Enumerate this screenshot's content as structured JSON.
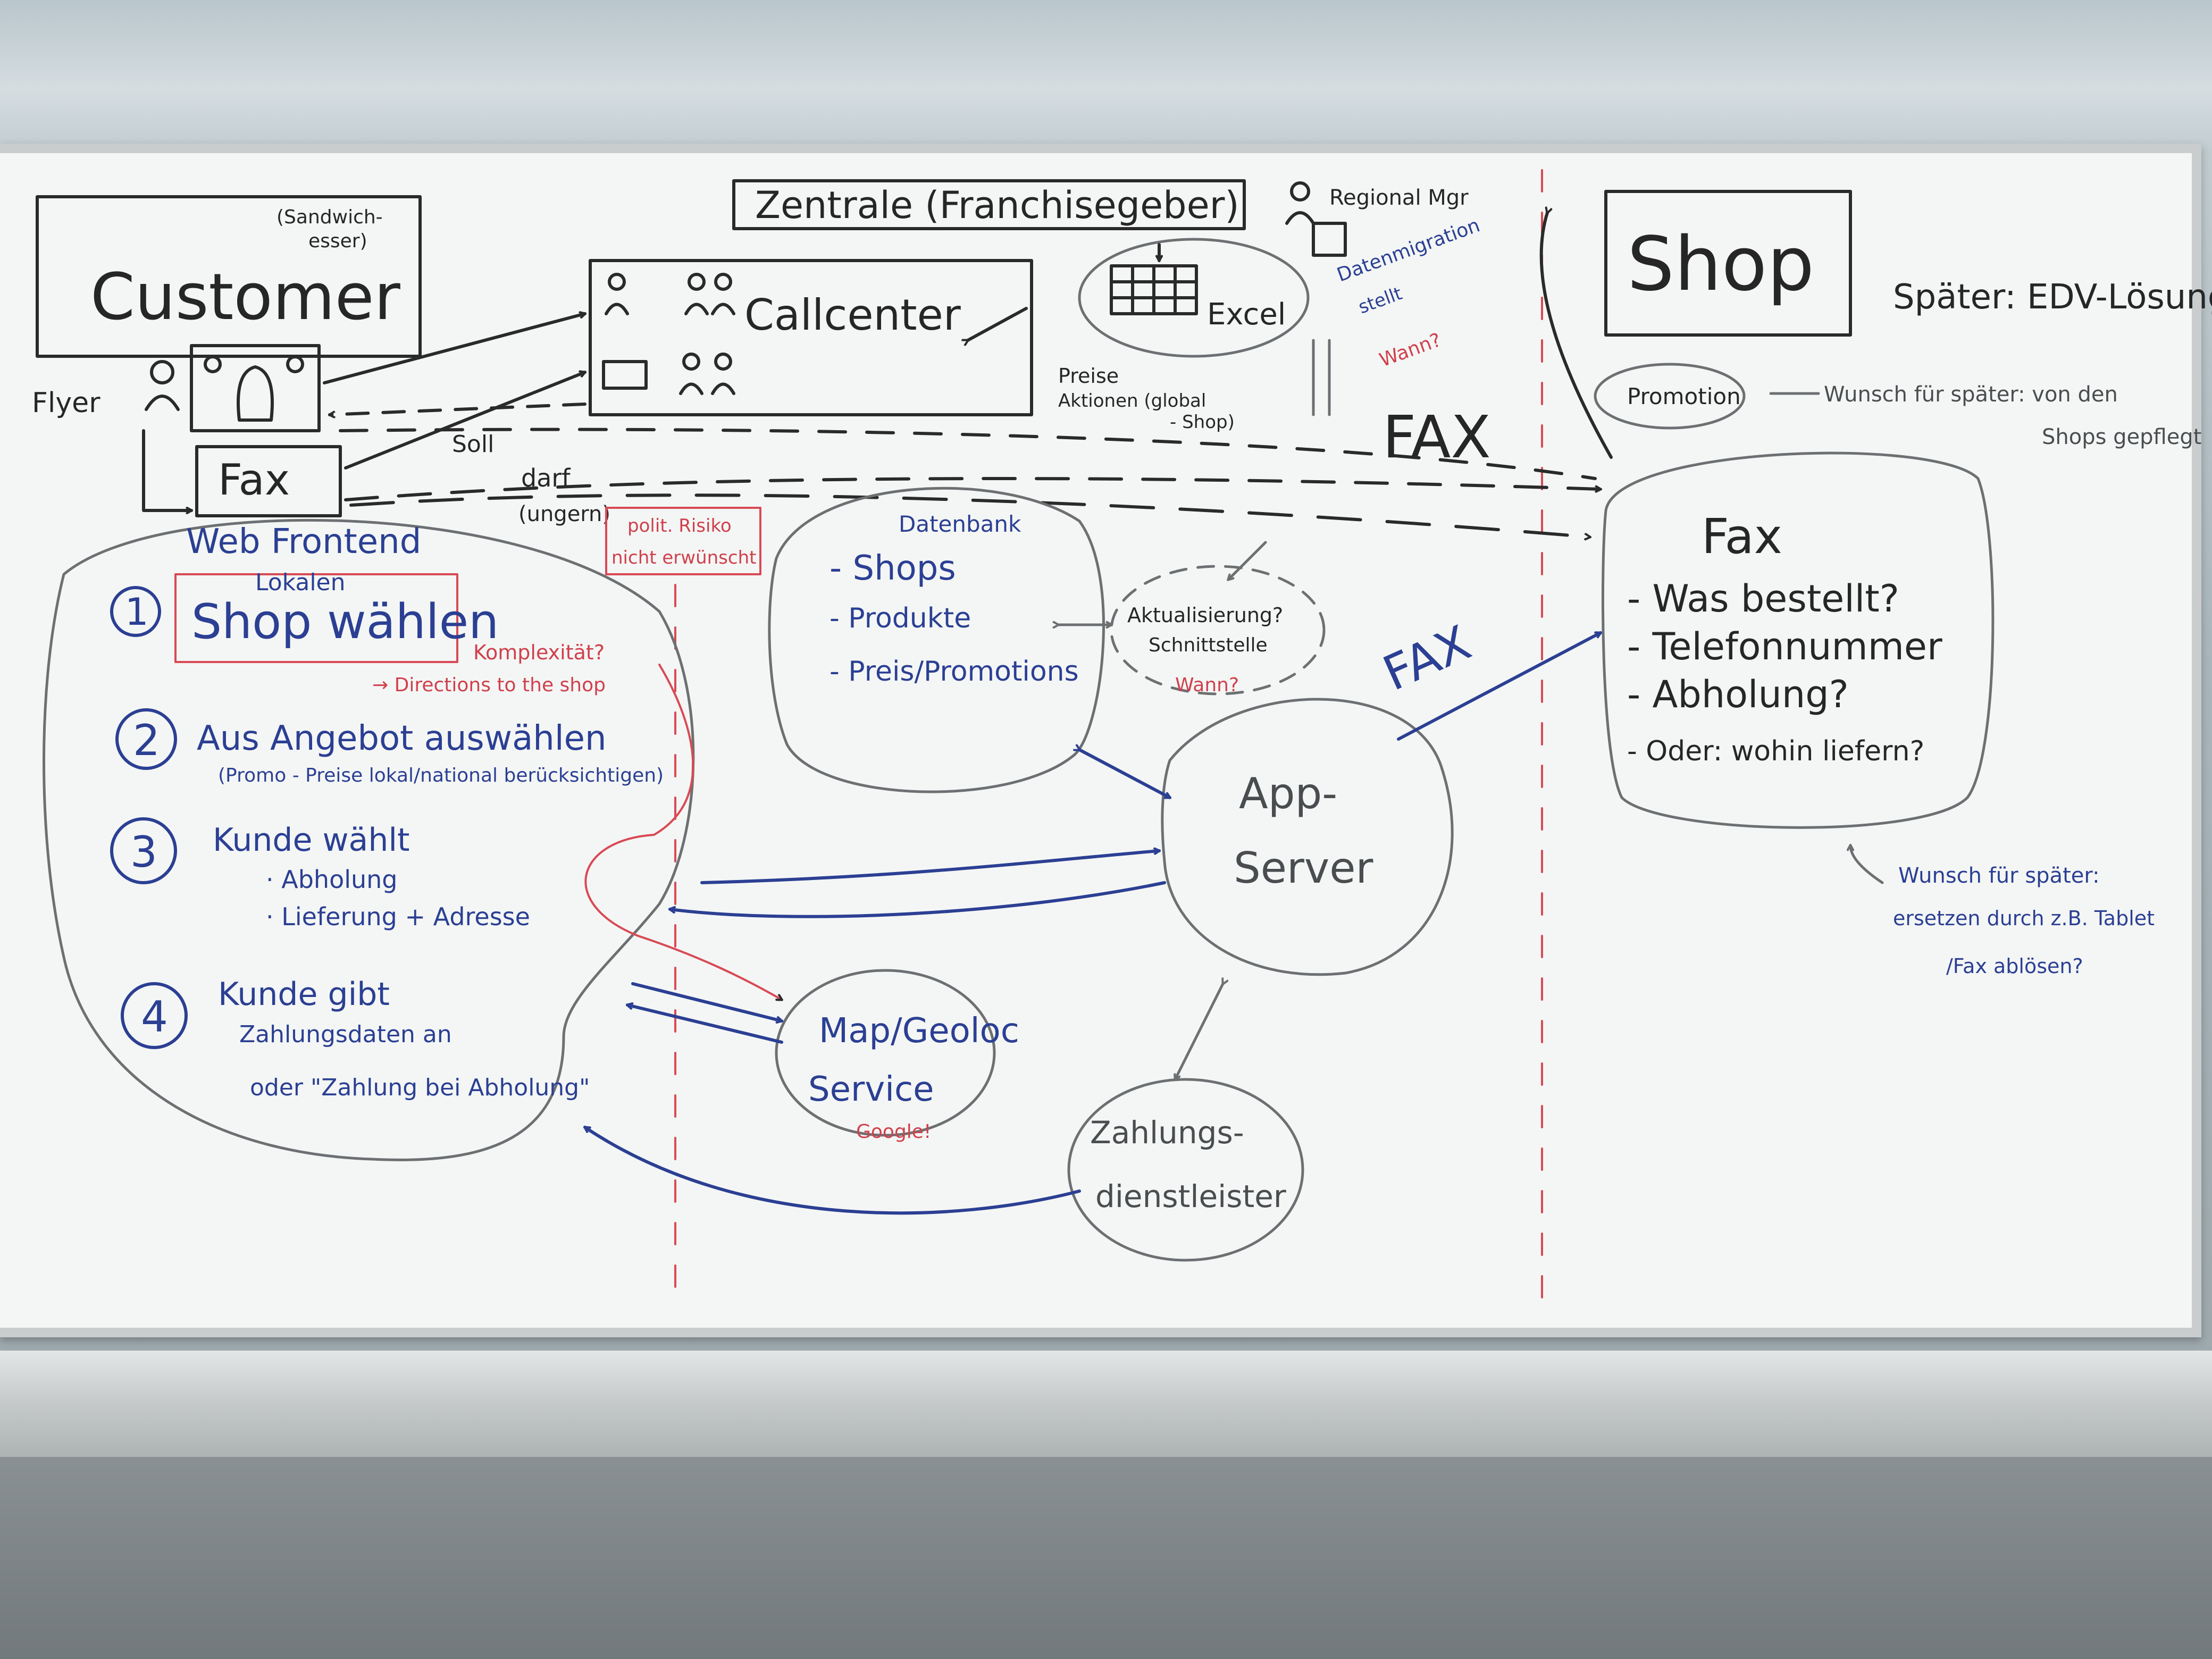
{
  "colors": {
    "black_marker": "#262626",
    "blue_marker": "#2b3f93",
    "red_marker": "#d0404c",
    "grey_marker": "#6d7072"
  },
  "nodes": {
    "customer": "Customer",
    "customer_note": [
      "(Sandwich-",
      "esser)"
    ],
    "zentrale": "Zentrale (Franchisegeber)",
    "regional_mgr": "Regional Mgr",
    "callcenter": "Callcenter",
    "fax_left": "Fax",
    "excel": "Excel",
    "shop": "Shop",
    "later_edv": "Später: EDV-Lösung?",
    "promotion": "Promotion",
    "promotion_note": [
      "Wunsch für später: von den",
      "Shops gepflegt"
    ],
    "datenbank_title": "Datenbank",
    "datenbank_items": [
      "- Shops",
      "- Produkte",
      "- Preis/Promotions"
    ],
    "app_server": [
      "App-",
      "Server"
    ],
    "map_geo": [
      "Map/Geoloc",
      "Service"
    ],
    "google": "Google!",
    "zahlung": [
      "Zahlungs-",
      "dienstleister"
    ],
    "aktualisierung": [
      "Aktualisierung?",
      "Schnittstelle"
    ],
    "aktualisierung_q": "Wann?",
    "datenmigration": [
      "Datenmigration",
      "stellt"
    ],
    "datenmigration_q": "Wann?",
    "fax_right_title": "Fax",
    "fax_right_items": [
      "- Was bestellt?",
      "- Telefonnummer",
      "- Abholung?",
      "- Oder: wohin liefern?"
    ],
    "tablet_note": [
      "Wunsch für später:",
      "ersetzen durch z.B. Tablet",
      "/Fax ablösen?"
    ]
  },
  "labels": {
    "flyer": "Flyer",
    "soll": "Soll",
    "darf": "darf",
    "ungern": "(ungern)",
    "fax_arrow": "FAX",
    "fax_blue": "FAX",
    "preise": [
      "Preise",
      "Aktionen (global",
      "- Shop)"
    ],
    "risk": [
      "polit. Risiko",
      "nicht erwünscht"
    ],
    "komplexitaet": "Komplexität?",
    "directions": "→ Directions to the shop"
  },
  "web_frontend": {
    "title": "Web Frontend",
    "shop_label_small": "Lokalen",
    "steps": [
      {
        "num": "1",
        "text": "Shop wählen"
      },
      {
        "num": "2",
        "text": "Aus Angebot auswählen",
        "sub": [
          "(Promo - Preise lokal/national berücksichtigen)"
        ]
      },
      {
        "num": "3",
        "text": "Kunde wählt",
        "sub": [
          "· Abholung",
          "· Lieferung + Adresse"
        ]
      },
      {
        "num": "4",
        "text": "Kunde gibt",
        "sub": [
          "Zahlungsdaten an",
          "oder \"Zahlung bei Abholung\""
        ]
      }
    ]
  }
}
